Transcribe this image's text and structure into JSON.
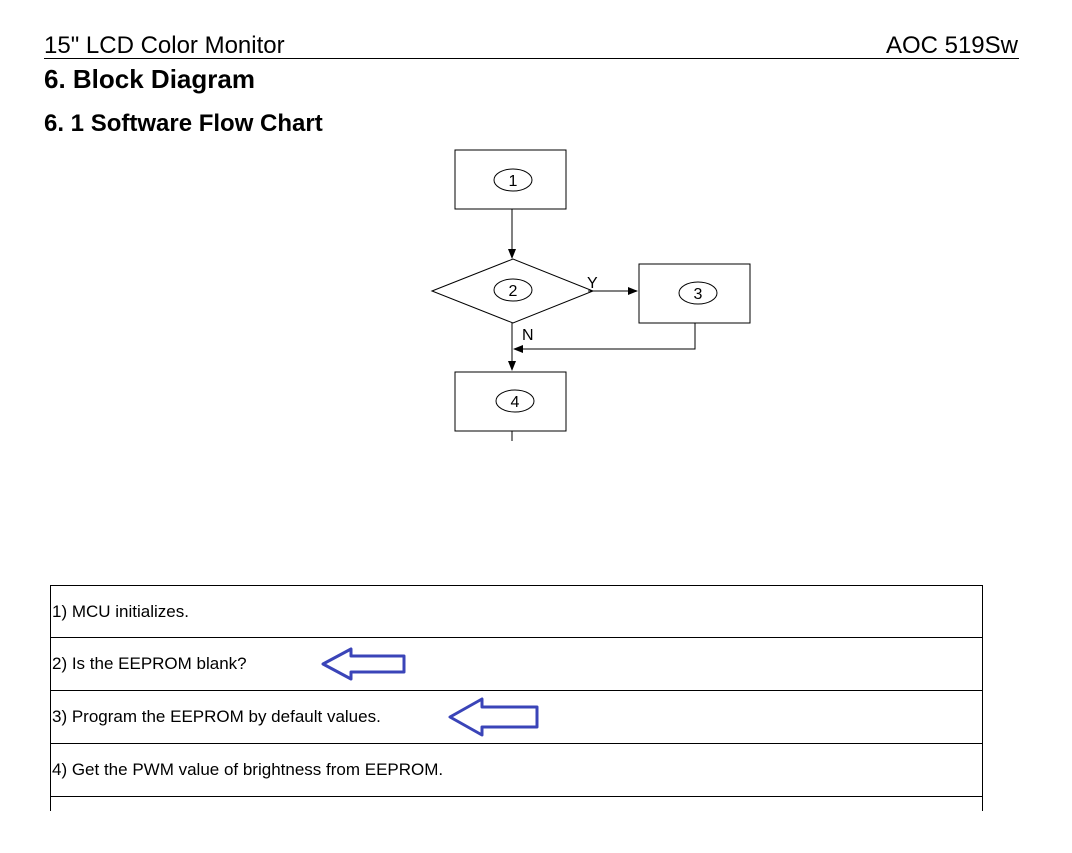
{
  "header": {
    "product": "15\" LCD Color Monitor",
    "model": "AOC 519Sw"
  },
  "section_title": "6. Block Diagram",
  "subsection_title": "6. 1 Software Flow Chart",
  "flowchart": {
    "nodes": [
      {
        "id": "1",
        "shape": "box"
      },
      {
        "id": "2",
        "shape": "diamond"
      },
      {
        "id": "3",
        "shape": "box"
      },
      {
        "id": "4",
        "shape": "box"
      }
    ],
    "yes_label": "Y",
    "no_label": "N"
  },
  "steps": [
    {
      "text": "1) MCU initializes.",
      "highlight": false
    },
    {
      "text": "2) Is the EEPROM blank?",
      "highlight": true
    },
    {
      "text": "3) Program the EEPROM by default values.",
      "highlight": true
    },
    {
      "text": "4) Get the PWM value of brightness from EEPROM.",
      "highlight": false
    }
  ],
  "colors": {
    "highlight_arrow": "#3a44b8"
  },
  "icons": {
    "highlight_arrow": "left-arrow-outline-icon"
  }
}
